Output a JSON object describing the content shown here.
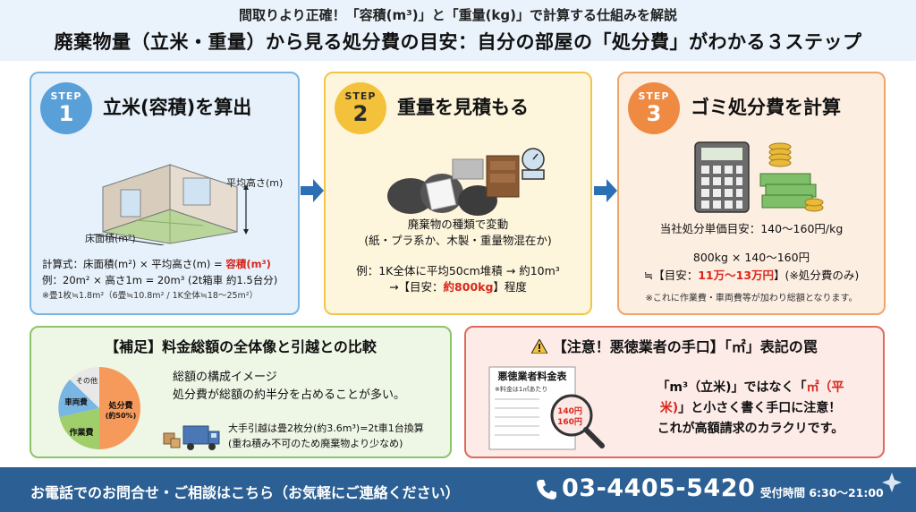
{
  "header": {
    "subtitle": "間取りより正確！「容積(m³)」と「重量(kg)」で計算する仕組みを解説",
    "title": "廃棄物量（立米・重量）から見る処分費の目安：自分の部屋の「処分費」がわかる３ステップ"
  },
  "step1": {
    "badge_label": "STEP",
    "badge_num": "1",
    "title": "立米(容積)を算出",
    "height_label": "平均高さ(m)",
    "floor_label": "床面積(m²)",
    "formula_prefix": "計算式：床面積(m²) × 平均高さ(m) = ",
    "formula_result": "容積(m³)",
    "example": "例：20m² × 高さ1m = 20m³ (2t箱車 約1.5台分)",
    "note": "※畳1枚≒1.8m²（6畳≒10.8m² / 1K全体≒18〜25m²）"
  },
  "step2": {
    "badge_label": "STEP",
    "badge_num": "2",
    "title": "重量を見積もる",
    "line1": "廃棄物の種類で変動",
    "line2": "(紙・プラ系か、木製・重量物混在か)",
    "line3": "例：1K全体に平均50cm堆積 → 約10m³",
    "line4_prefix": "→【目安：",
    "line4_value": "約800kg",
    "line4_suffix": "】程度"
  },
  "step3": {
    "badge_label": "STEP",
    "badge_num": "3",
    "title": "ゴミ処分費を計算",
    "unit_price": "当社処分単価目安：140〜160円/kg",
    "calc": "800kg × 140〜160円",
    "result_prefix": "≒【目安：",
    "result_value": "11万〜13万円",
    "result_suffix": "】(※処分費のみ)",
    "note": "※これに作業費・車両費等が加わり総額となります。"
  },
  "supplement": {
    "title": "【補足】料金総額の全体像と引越との比較",
    "pie_labels": {
      "disposal": "処分費",
      "disposal_pct": "(約50%)",
      "work": "作業費",
      "vehicle": "車両費",
      "other": "その他"
    },
    "breakdown_title": "総額の構成イメージ",
    "breakdown_text": "処分費が総額の約半分を占めることが多い。",
    "moving_line1": "大手引越は畳2枚分(約3.6m³)=2t車1台換算",
    "moving_line2": "(重ね積み不可のため廃棄物より少なめ)"
  },
  "caution": {
    "title": "【注意！悪徳業者の手口】「㎡」表記の罠",
    "doc_title": "悪徳業者料金表",
    "doc_note": "※料金は1㎡あたり",
    "doc_price1": "140円",
    "doc_price2": "160円",
    "line1_prefix": "「m³（立米)」ではなく「",
    "line1_red": "㎡（平",
    "line2_red": "米)",
    "line2_suffix": "」と小さく書く手口に注意！",
    "line3": "これが高額請求のカラクリです。"
  },
  "footer": {
    "contact": "お電話でのお問合せ・ご相談はこちら（お気軽にご連絡ください）",
    "phone": "03-4405-5420",
    "hours": "受付時間 6:30〜21:00"
  },
  "colors": {
    "step1_accent": "#5aa0d8",
    "step2_accent": "#f3c23a",
    "step3_accent": "#ef8a43",
    "highlight_red": "#d9261c",
    "footer_bg": "#2c5f93",
    "arrow": "#2d6fb5"
  }
}
